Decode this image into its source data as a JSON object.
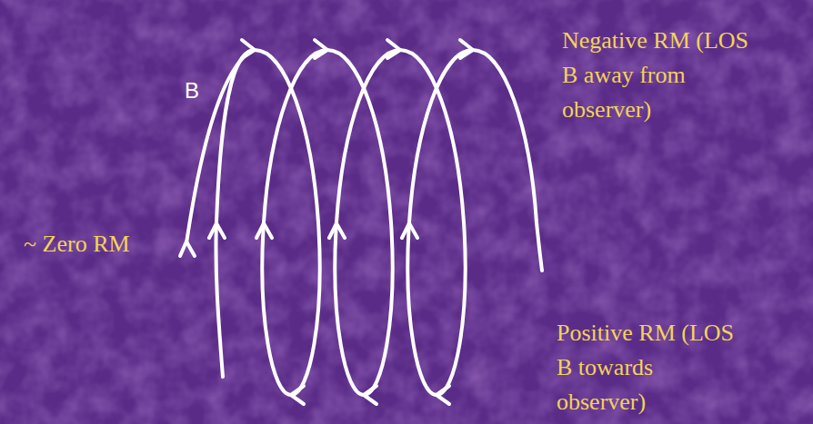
{
  "diagram": {
    "labels": [
      "Negative RM (LOS B away from observer)",
      "B",
      "~ Zero RM",
      "Positive RM (LOS B towards observer)"
    ]
  }
}
